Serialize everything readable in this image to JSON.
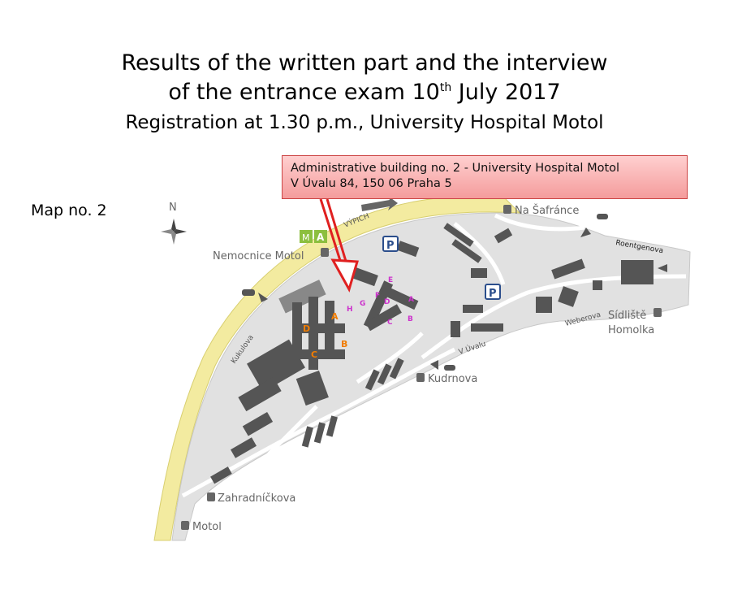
{
  "title": {
    "line1": "Results of the written part and the interview",
    "line2_prefix": "of the entrance exam 10",
    "line2_sup": "th",
    "line2_suffix": " July 2017",
    "line3": "Registration at 1.30 p.m., University Hospital Motol"
  },
  "callout": {
    "line1": "Administrative building no. 2 - University Hospital Motol",
    "line2": "V Úvalu 84, 150 06 Praha 5"
  },
  "map_label": "Map no. 2",
  "compass": "N",
  "streets": {
    "kukulova": "Kukulova",
    "vypich": "VÝPICH",
    "roentgenova": "Roentgenova",
    "weberova": "Weberova",
    "v_uvalu": "V Úvalu"
  },
  "stops": {
    "nemocnice_motol": "Nemocnice Motol",
    "na_safrance": "Na Šafránce",
    "sidliste_homolka_1": "Sídliště",
    "sidliste_homolka_2": "Homolka",
    "kudrnova": "Kudrnova",
    "zahradnickova": "Zahradníčkova",
    "motol": "Motol"
  },
  "metro_badge": "A",
  "parking_label": "P",
  "building_letters": [
    "A",
    "B",
    "C",
    "D"
  ],
  "pavilion_letters": [
    "E",
    "F",
    "G",
    "H",
    "A",
    "B",
    "C",
    "D"
  ],
  "colors": {
    "road_yellow": "#f3eba0",
    "campus_gray": "#e1e1e1",
    "building": "#555555",
    "arrow_red": "#e02020",
    "letter_orange": "#f07c00",
    "letter_magenta": "#cc33cc",
    "metro_green": "#8cbf3f",
    "parking_blue": "#2b4e8c"
  }
}
